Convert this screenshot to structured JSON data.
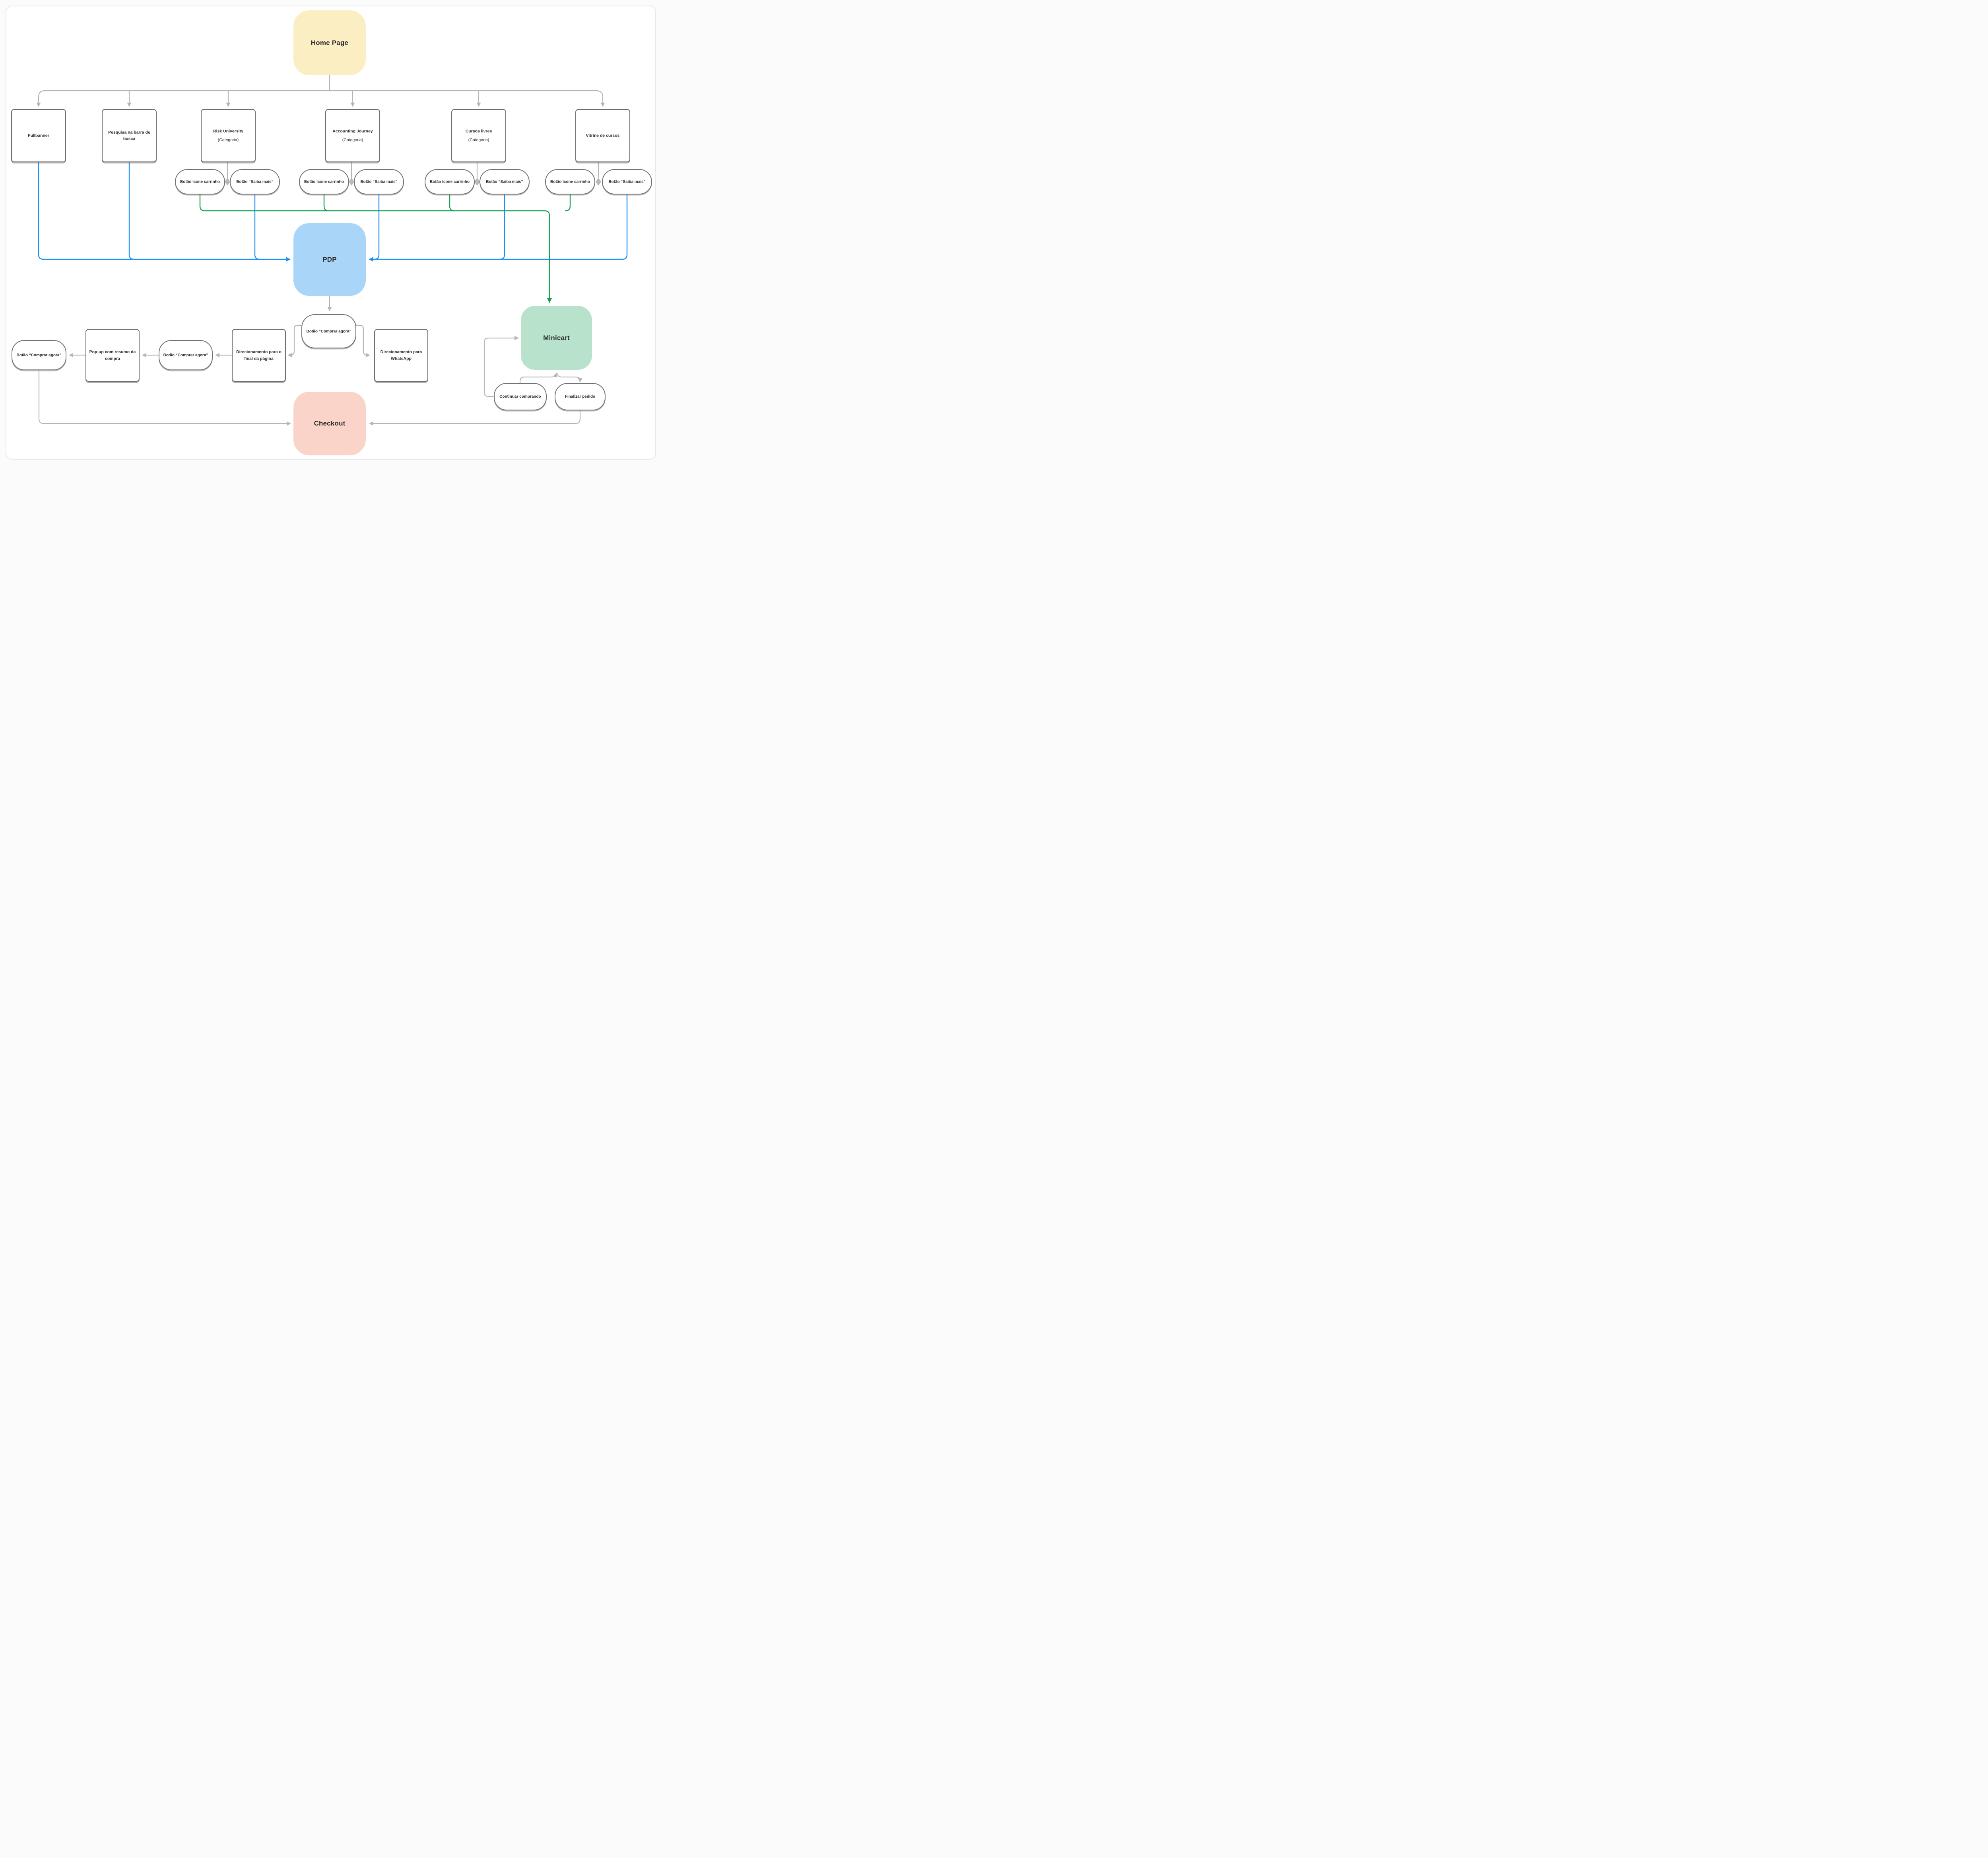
{
  "diagram": {
    "type": "user-flow",
    "language": "pt-BR",
    "colors": {
      "home_fill": "#fbeec3",
      "pdp_fill": "#a8d5f8",
      "minicart_fill": "#b8e2cb",
      "checkout_fill": "#fad3c9",
      "line_gray": "#b6b6b6",
      "line_blue": "#1e90f5",
      "line_green": "#12a150",
      "shape_border": "#6f6f6f"
    },
    "nodes": {
      "home": {
        "label": "Home Page"
      },
      "fullbanner": {
        "label": "Fullbanner"
      },
      "pesquisa": {
        "label": "Pesquisa na barra de busca"
      },
      "risk": {
        "title": "Risk University",
        "subtitle": "(Categoria)"
      },
      "accounting": {
        "title": "Accounting Journey",
        "subtitle": "(Categoria)"
      },
      "cursos": {
        "title": "Cursos livres",
        "subtitle": "(Categoria)"
      },
      "vitrine": {
        "title": "Vitrine de cursos"
      },
      "btn_carrinho": {
        "label": "Botão ícone carrinho"
      },
      "btn_saiba": {
        "label": "Botão “Saiba mais”"
      },
      "pdp": {
        "label": "PDP"
      },
      "minicart": {
        "label": "Minicart"
      },
      "btn_comprar": {
        "label": "Botão “Comprar agora”"
      },
      "final_pagina": {
        "label": "Direcionamento para o final da página"
      },
      "whatsapp": {
        "label": "Direcionamento para WhatsApp"
      },
      "popup": {
        "label": "Pop-up com resumo da compra"
      },
      "continuar": {
        "label": "Continuar comprando"
      },
      "finalizar": {
        "label": "Finalizar pedido"
      },
      "checkout": {
        "label": "Checkout"
      }
    },
    "edges": [
      "home -> fullbanner | pesquisa | risk | accounting | cursos | vitrine (gray)",
      "risk/accounting/cursos/vitrine -> btn_carrinho + btn_saiba (gray diamond)",
      "fullbanner, pesquisa, btn_saiba x4 -> pdp (blue)",
      "btn_carrinho x4 -> minicart (green)",
      "pdp -> btn_comprar -> final_pagina & whatsapp (gray)",
      "final_pagina -> btn_comprar -> popup -> btn_comprar (gray)",
      "btn_comprar -> checkout (gray)",
      "continuar -> minicart (gray loop)",
      "minicart <-> continuar/finalizar (gray)",
      "finalizar -> checkout (gray)"
    ]
  }
}
